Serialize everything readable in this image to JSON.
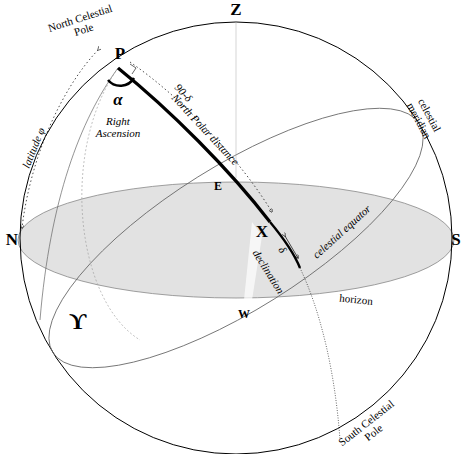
{
  "diagram": {
    "labels": [
      "Z",
      "North Celestial Pole",
      "P",
      "celestial meridian",
      "latitude φ",
      "α",
      "Right Ascension",
      "90-δ",
      "North Polar distance",
      "E",
      "X",
      "celestial equator",
      "N",
      "S",
      "δ",
      "declination",
      "horizon",
      "W",
      "ϒ",
      "South Celestial Pole"
    ]
  }
}
